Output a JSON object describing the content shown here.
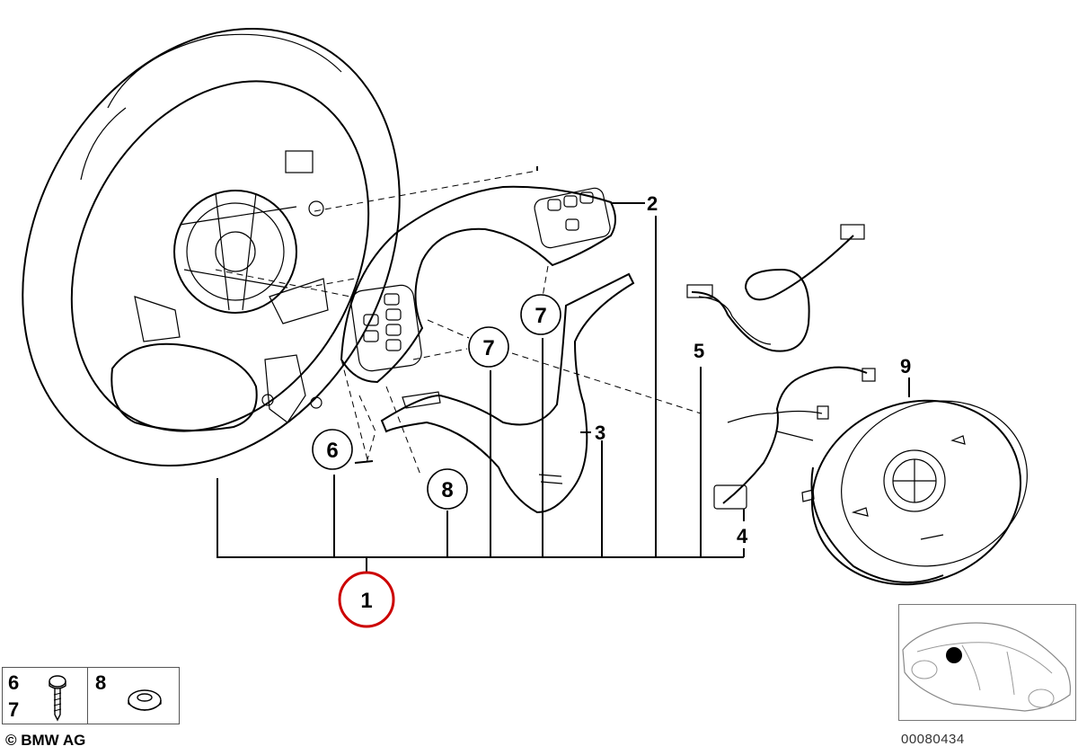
{
  "diagram": {
    "callouts": [
      "1",
      "2",
      "3",
      "4",
      "5",
      "6",
      "7",
      "8",
      "9"
    ],
    "legend": {
      "screw_labels": [
        "6",
        "7"
      ],
      "nut_label": "8"
    },
    "copyright": "© BMW AG",
    "document_number": "00080434",
    "colors": {
      "line": "#000000",
      "highlight_circle": "#cc0000",
      "inset_dot": "#000000"
    }
  }
}
